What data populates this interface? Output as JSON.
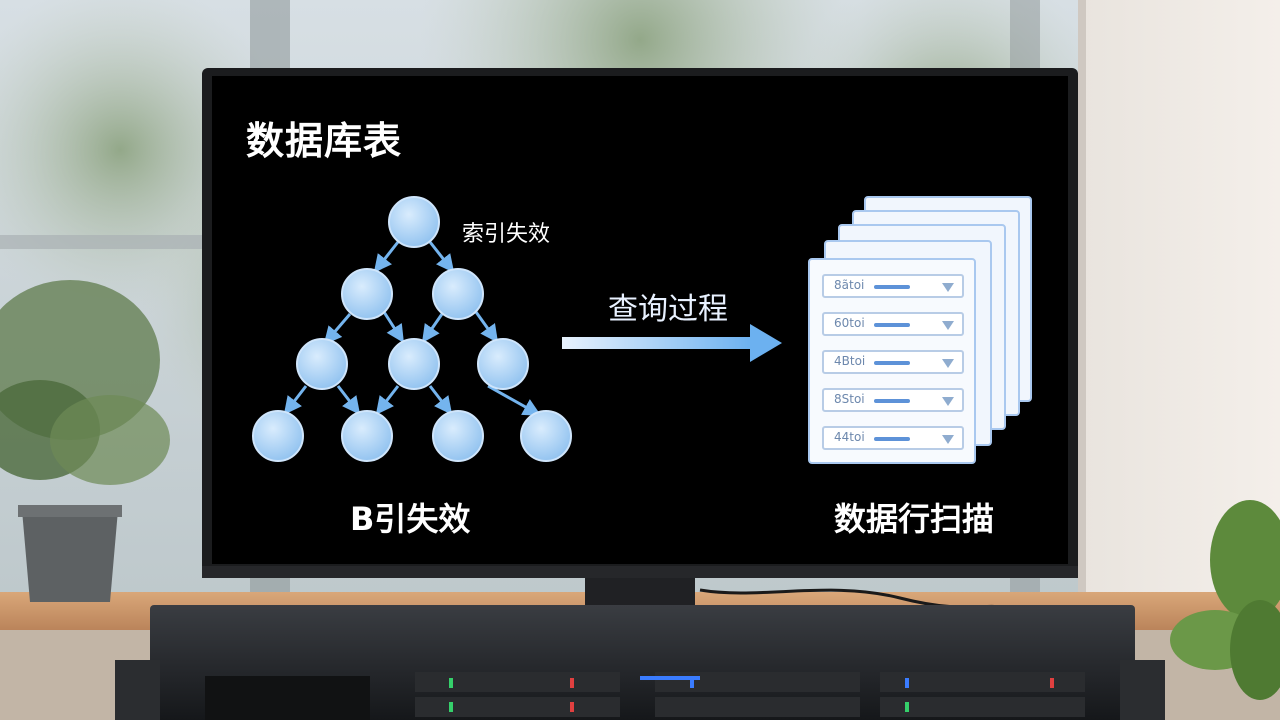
{
  "screen": {
    "title": "数据库表",
    "index_label": "索引失效",
    "arrow_label": "查询过程",
    "tree_caption": "B引失效",
    "rows_caption": "数据行扫描"
  },
  "row_fields": [
    {
      "text": "8ãtoi"
    },
    {
      "text": "60toi"
    },
    {
      "text": "4Btoi"
    },
    {
      "text": "8Stoi"
    },
    {
      "text": "44toi"
    }
  ],
  "icons": {
    "tree": "binary-tree-diagram",
    "arrow": "right-arrow-icon",
    "caret": "dropdown-caret-icon"
  },
  "colors": {
    "screen_bg": "#000000",
    "node_fill": "#9ccbf3",
    "arrow": "#74b4ee",
    "card_border": "#a9c8ef"
  }
}
